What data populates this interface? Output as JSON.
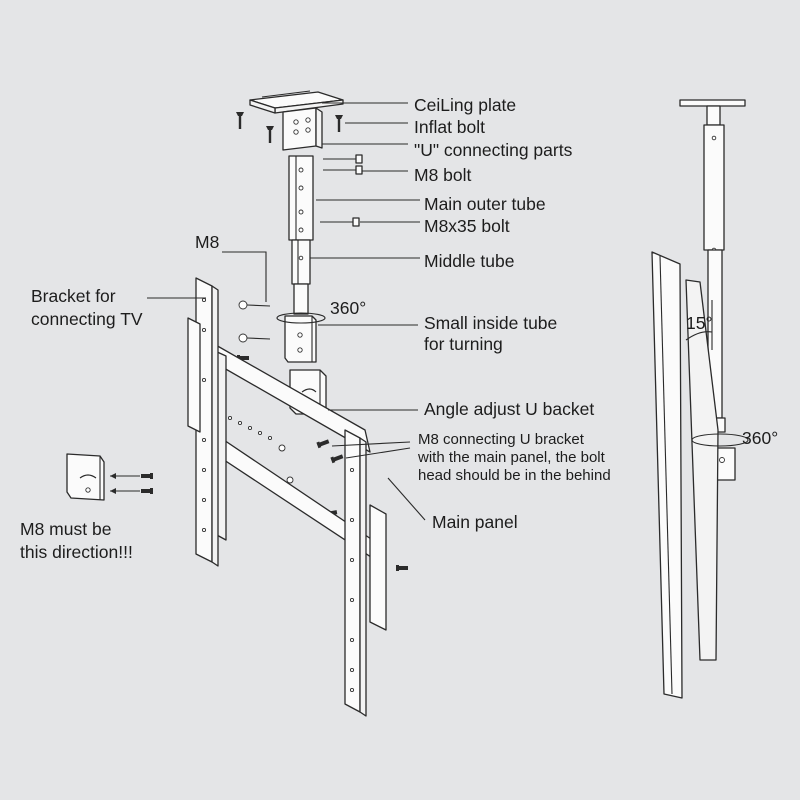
{
  "labels": {
    "ceiling_plate": "CeiLing plate",
    "inflat_bolt": "Inflat bolt",
    "u_connecting_parts": "\"U\" connecting parts",
    "m8_bolt": "M8 bolt",
    "main_outer_tube": "Main outer tube",
    "m8x35_bolt": "M8x35 bolt",
    "middle_tube": "Middle tube",
    "small_inside_tube_1": "Small inside tube",
    "small_inside_tube_2": "for turning",
    "angle_adjust": "Angle adjust U backet",
    "m8_connecting_1": "M8 connecting U bracket",
    "m8_connecting_2": "with the main panel, the bolt",
    "m8_connecting_3": "head should be in the behind",
    "main_panel": "Main panel",
    "bracket_tv_1": "Bracket for",
    "bracket_tv_2": "connecting TV",
    "m8": "M8",
    "m8_direction_1": "M8 must be",
    "m8_direction_2": "this direction!!!",
    "rotation_center": "360°",
    "rotation_side": "360°",
    "tilt_angle": "15°"
  }
}
